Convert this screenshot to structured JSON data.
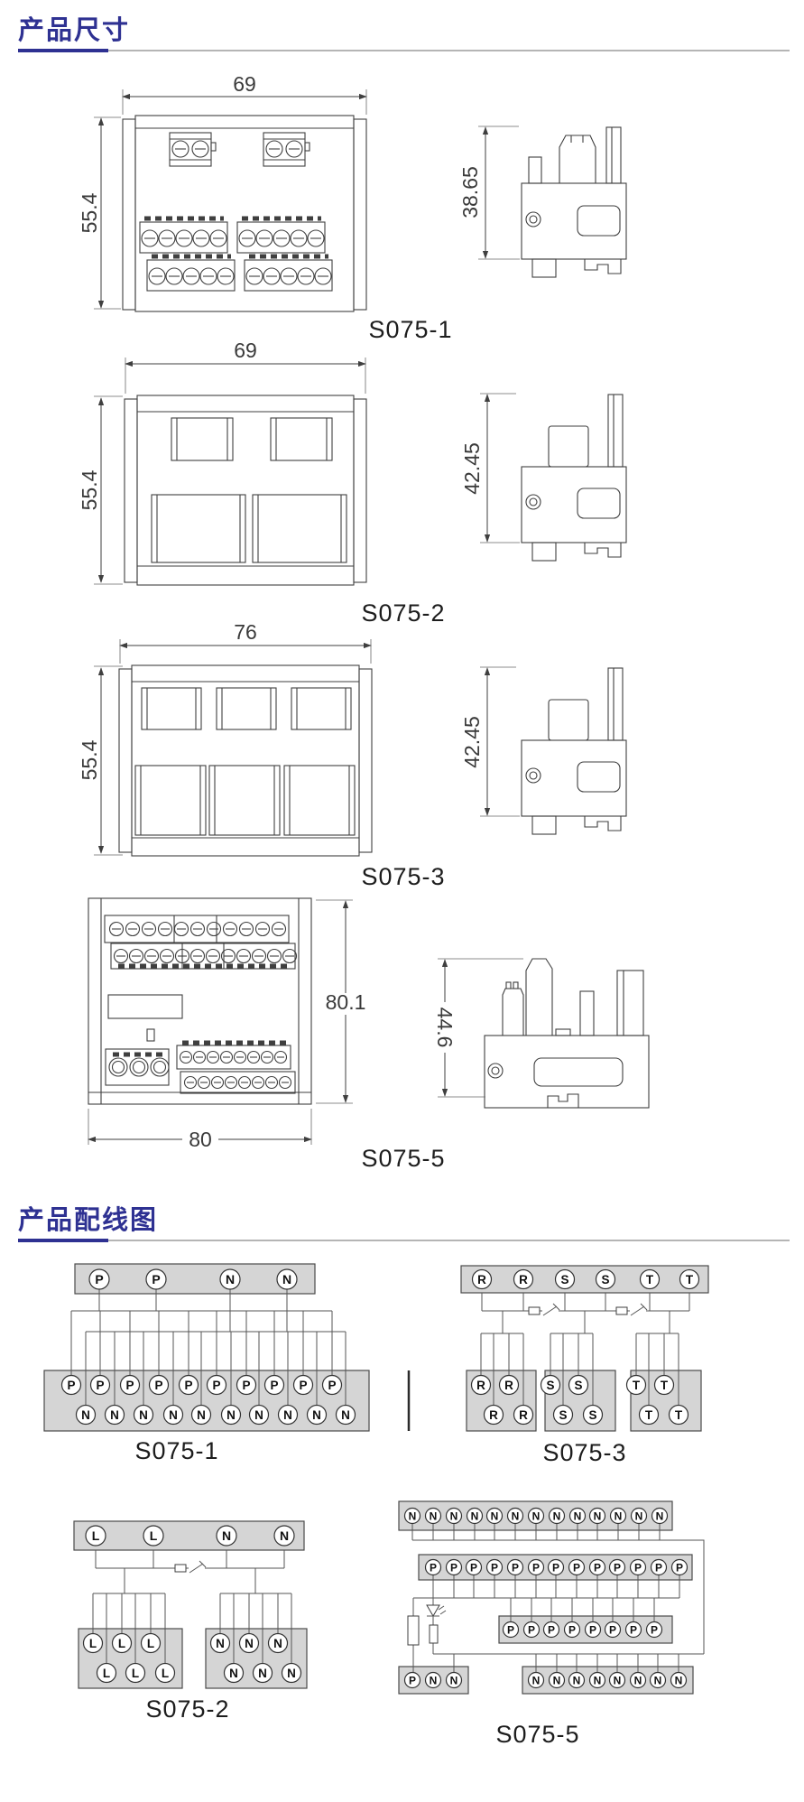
{
  "sections": {
    "dimensions_title": "产品尺寸",
    "wiring_title": "产品配线图"
  },
  "colors": {
    "accent": "#2e3192",
    "rule_gray": "#b5b5b5",
    "panel_fill": "#d5d5d5",
    "line": "#3f3f3f"
  },
  "models": {
    "s075_1": {
      "label": "S075-1",
      "width": "69",
      "height": "55.4",
      "depth": "38.65"
    },
    "s075_2": {
      "label": "S075-2",
      "width": "69",
      "height": "55.4",
      "depth": "42.45"
    },
    "s075_3": {
      "label": "S075-3",
      "width": "76",
      "height": "55.4",
      "depth": "42.45"
    },
    "s075_5": {
      "label": "S075-5",
      "width": "80",
      "height": "80.1",
      "depth": "44.6"
    }
  },
  "wiring": {
    "s075_1": {
      "label": "S075-1",
      "inputs": [
        "P",
        "P",
        "N",
        "N"
      ],
      "row_p": [
        "P",
        "P",
        "P",
        "P",
        "P",
        "P",
        "P",
        "P",
        "P",
        "P"
      ],
      "row_n": [
        "N",
        "N",
        "N",
        "N",
        "N",
        "N",
        "N",
        "N",
        "N",
        "N"
      ]
    },
    "s075_3": {
      "label": "S075-3",
      "inputs": [
        "R",
        "R",
        "S",
        "S",
        "T",
        "T"
      ],
      "box1_top": [
        "R",
        "R"
      ],
      "box1_bot": [
        "R",
        "R"
      ],
      "box2_top": [
        "S",
        "S"
      ],
      "box2_bot": [
        "S",
        "S"
      ],
      "box3_top": [
        "T",
        "T"
      ],
      "box3_bot": [
        "T",
        "T"
      ]
    },
    "s075_2": {
      "label": "S075-2",
      "inputs": [
        "L",
        "L",
        "N",
        "N"
      ],
      "box1_top": [
        "L",
        "L",
        "L"
      ],
      "box1_bot": [
        "L",
        "L",
        "L"
      ],
      "box2_top": [
        "N",
        "N",
        "N"
      ],
      "box2_bot": [
        "N",
        "N",
        "N"
      ]
    },
    "s075_5": {
      "label": "S075-5",
      "bar_n": [
        "N",
        "N",
        "N",
        "N",
        "N",
        "N",
        "N",
        "N",
        "N",
        "N",
        "N",
        "N",
        "N"
      ],
      "bar_p": [
        "P",
        "P",
        "P",
        "P",
        "P",
        "P",
        "P",
        "P",
        "P",
        "P",
        "P",
        "P",
        "P"
      ],
      "mid_p": [
        "P",
        "P",
        "P",
        "P",
        "P",
        "P",
        "P",
        "P"
      ],
      "pnn": [
        "P",
        "N",
        "N"
      ],
      "bot_n": [
        "N",
        "N",
        "N",
        "N",
        "N",
        "N",
        "N",
        "N"
      ]
    }
  }
}
